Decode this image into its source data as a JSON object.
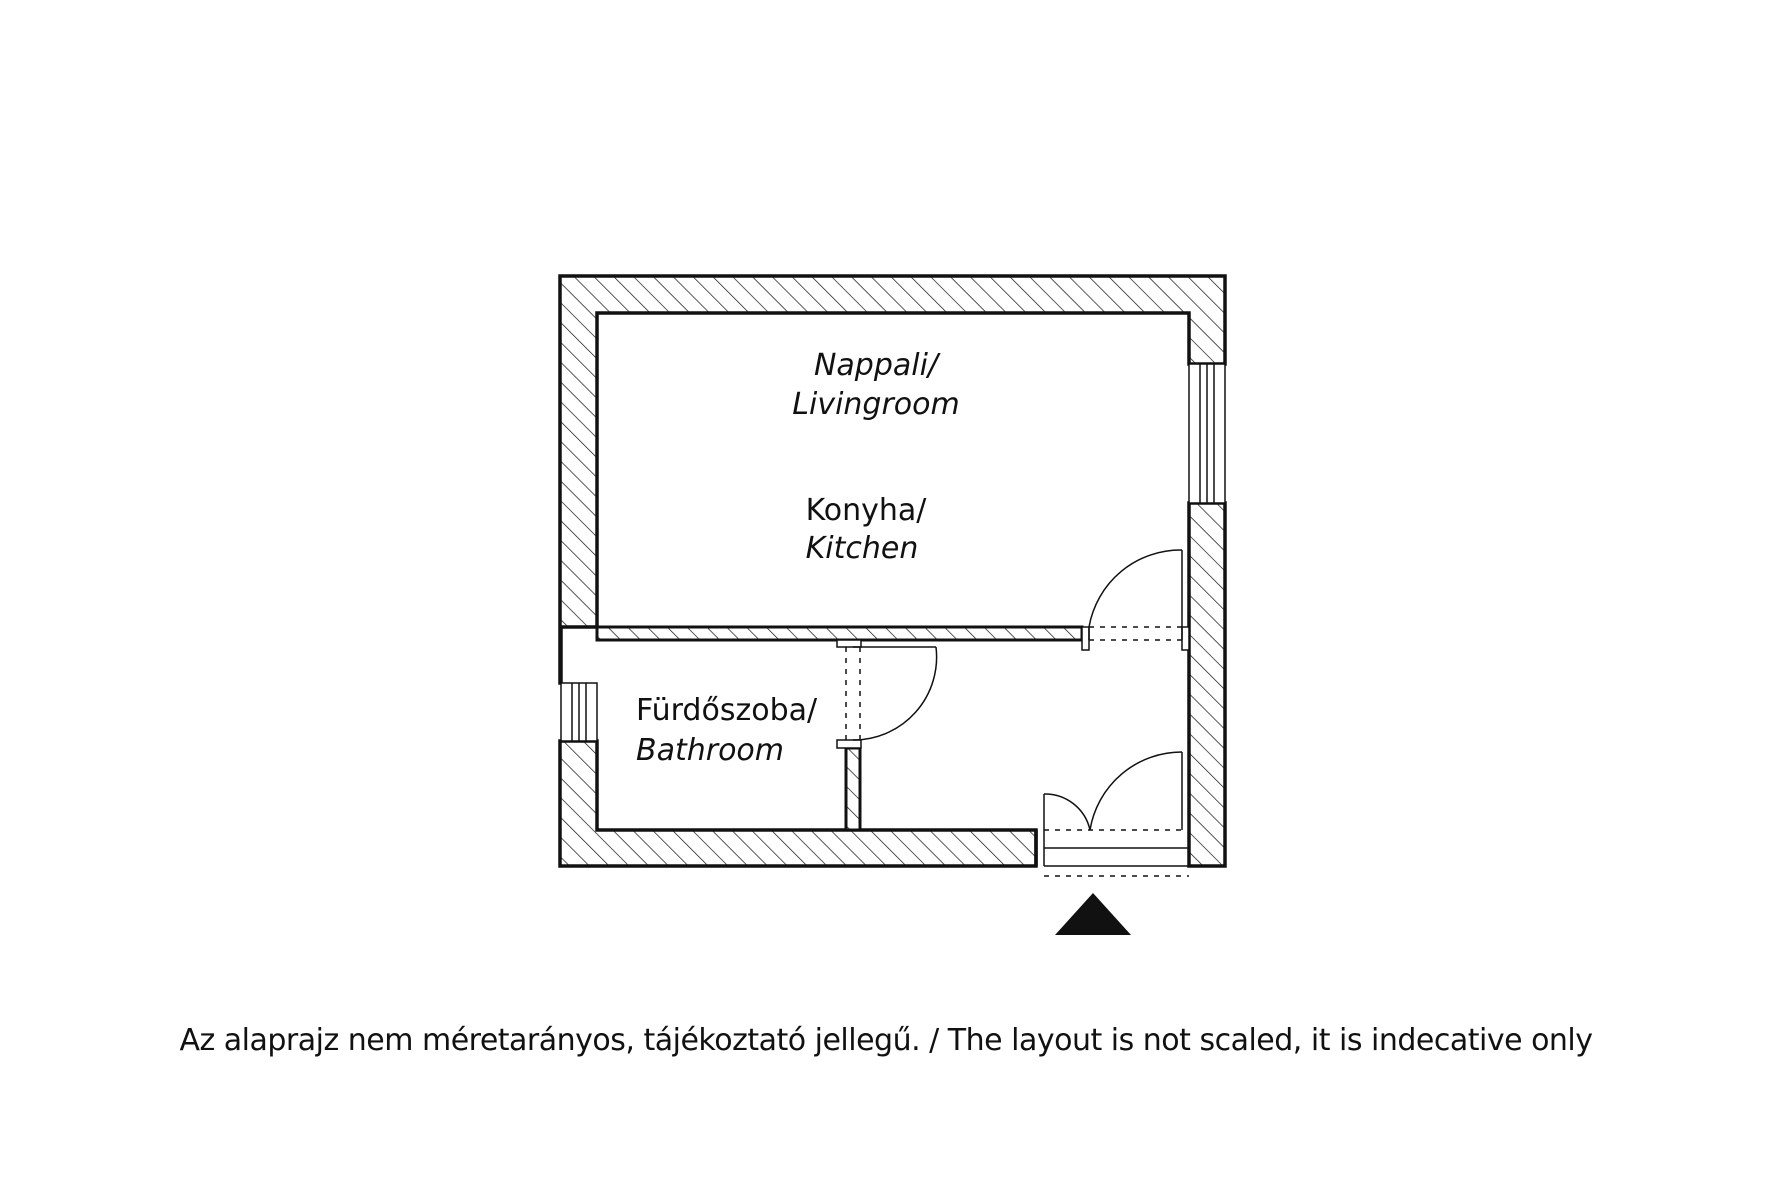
{
  "rooms": {
    "living_hu": "Nappali/",
    "living_en": "Livingroom",
    "kitchen_hu": "Konyha/",
    "kitchen_en": "Kitchen",
    "bath_hu": "Fürdőszoba/",
    "bath_en": "Bathroom"
  },
  "footer": {
    "note": "Az alaprajz nem méretarányos, tájékoztató jellegű. / The layout is not scaled, it is indecative only"
  },
  "colors": {
    "wall_outline": "#111111",
    "background": "#ffffff"
  }
}
